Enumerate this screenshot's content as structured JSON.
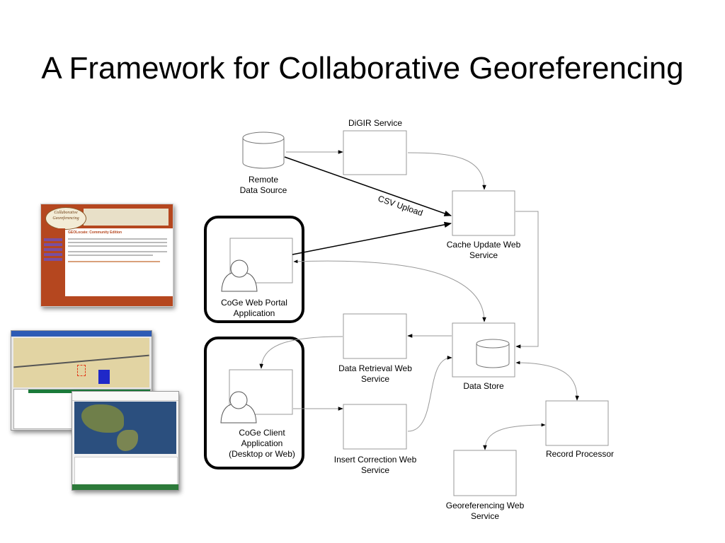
{
  "slide": {
    "title": "A Framework for Collaborative Georeferencing"
  },
  "diagram": {
    "nodes": {
      "digir": "DiGIR Service",
      "remote": "Remote\nData Source",
      "cache": "Cache Update Web\nService",
      "portal": "CoGe Web Portal\nApplication",
      "retrieval": "Data Retrieval Web\nService",
      "datastore": "Data Store",
      "client": "CoGe Client\nApplication\n(Desktop or Web)",
      "insert": "Insert Correction Web\nService",
      "record": "Record Processor",
      "georef": "Georeferencing Web\nService"
    },
    "edges": {
      "csv_upload": "CSV Upload"
    }
  },
  "screenshots": {
    "portal": {
      "logo_line1": "Collaborative",
      "logo_line2": "Georeferencing",
      "heading": "GEOLocate: Community Edition"
    }
  },
  "colors": {
    "portal_brown": "#b5471f",
    "portal_nav": "#7a4fa0",
    "map_tan": "#e2d4a3",
    "globe_blue": "#2b4f7e"
  }
}
